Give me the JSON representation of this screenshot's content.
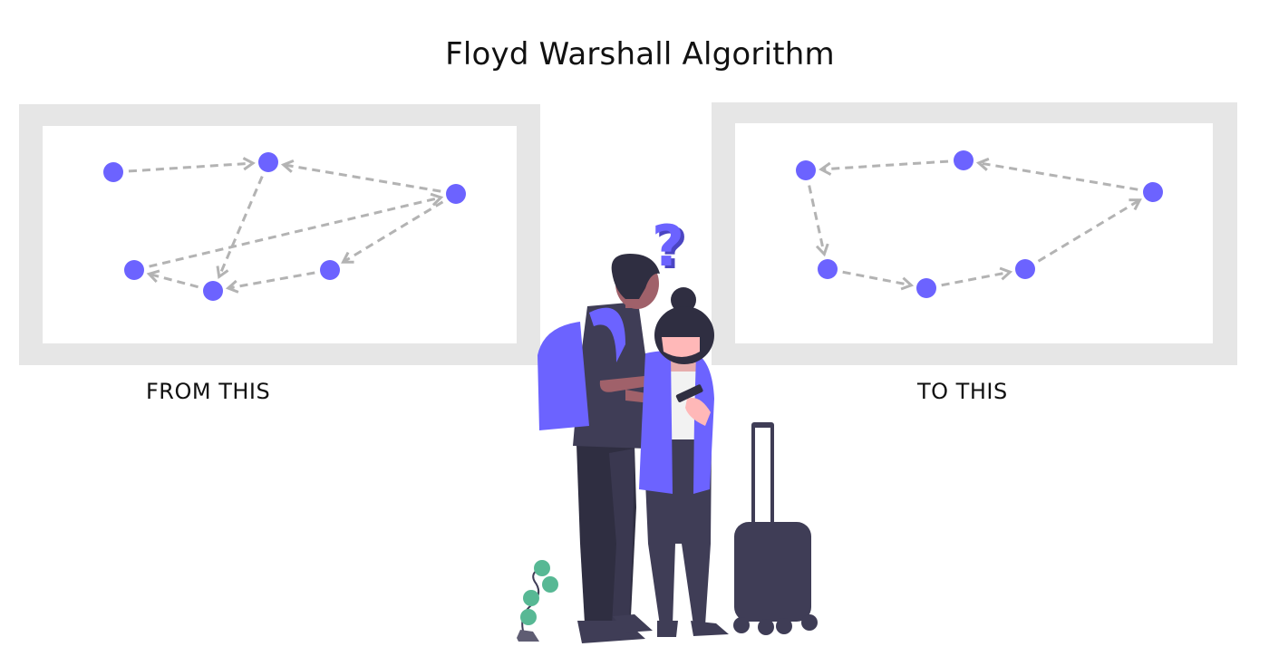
{
  "title": "Floyd Warshall Algorithm",
  "panels": [
    {
      "id": "before",
      "caption": "FROM THIS"
    },
    {
      "id": "after",
      "caption": "TO THIS"
    }
  ],
  "colors": {
    "node": "#6c63ff",
    "edge": "#b3b3b3",
    "frame": "#e6e6e6",
    "dark": "#3f3d56",
    "skin_dark": "#a0616a",
    "skin_light": "#ffb8b8",
    "plant": "#57b894"
  },
  "graphs": {
    "before": {
      "nodes": [
        "A",
        "B",
        "C",
        "D",
        "E",
        "F"
      ],
      "edges": [
        {
          "from": "A",
          "to": "B"
        },
        {
          "from": "C",
          "to": "B"
        },
        {
          "from": "B",
          "to": "E"
        },
        {
          "from": "D",
          "to": "C"
        },
        {
          "from": "C",
          "to": "F"
        },
        {
          "from": "F",
          "to": "E"
        },
        {
          "from": "E",
          "to": "D"
        }
      ]
    },
    "after": {
      "nodes": [
        "A",
        "B",
        "C",
        "D",
        "E",
        "F"
      ],
      "edges": [
        {
          "from": "B",
          "to": "A"
        },
        {
          "from": "C",
          "to": "B"
        },
        {
          "from": "A",
          "to": "D"
        },
        {
          "from": "D",
          "to": "E"
        },
        {
          "from": "E",
          "to": "F"
        },
        {
          "from": "F",
          "to": "C"
        }
      ]
    }
  },
  "illustration": {
    "question_mark": "?",
    "figures": [
      "man-with-backpack",
      "woman-with-phone",
      "suitcase",
      "plant"
    ]
  }
}
